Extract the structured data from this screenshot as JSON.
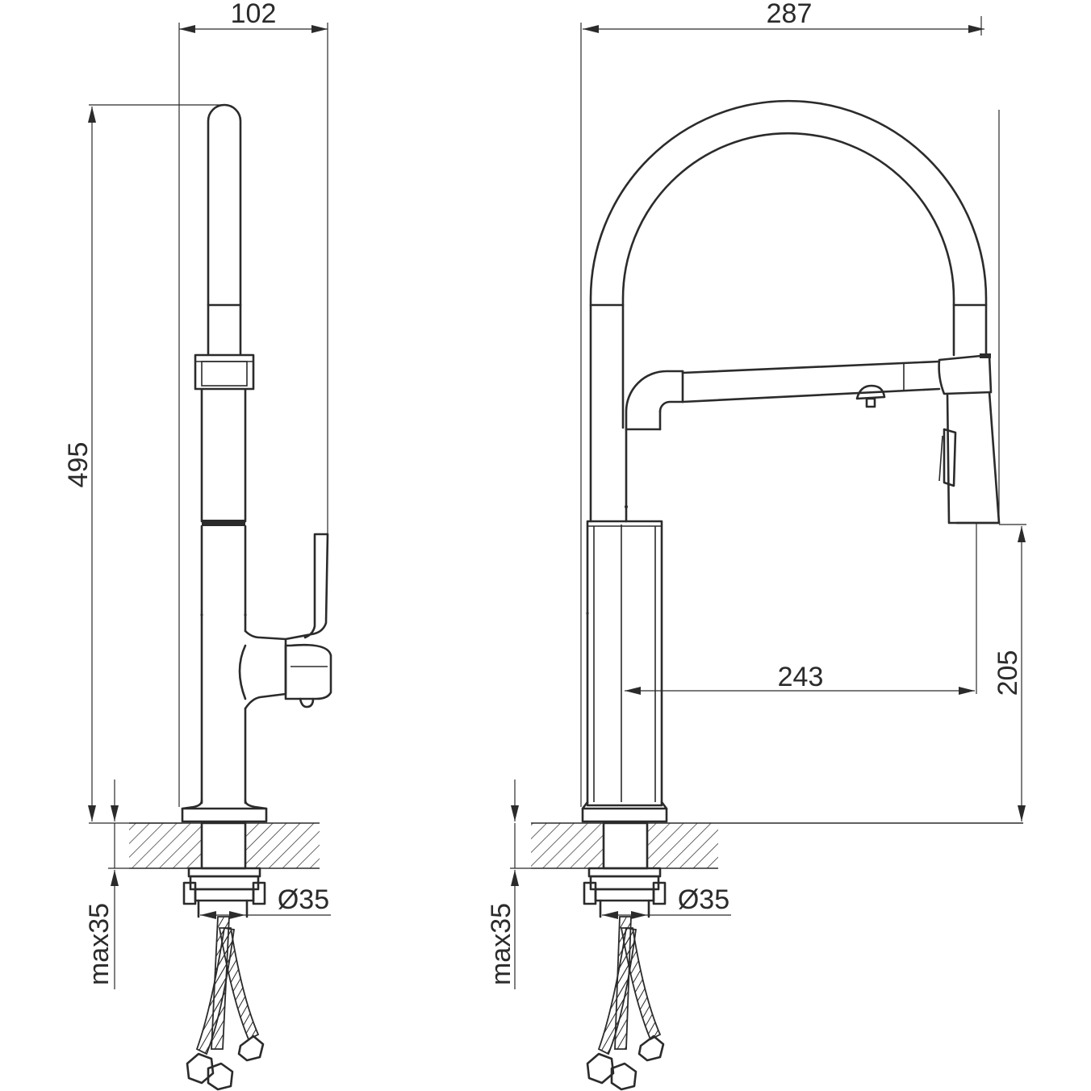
{
  "drawing": {
    "side_view": {
      "width_dim": "102",
      "height_dim": "495",
      "hole_dim": "Ø35",
      "deck_dim": "max35"
    },
    "front_view": {
      "width_dim": "287",
      "reach_dim": "243",
      "spout_height_dim": "205",
      "hole_dim": "Ø35",
      "deck_dim": "max35"
    }
  }
}
